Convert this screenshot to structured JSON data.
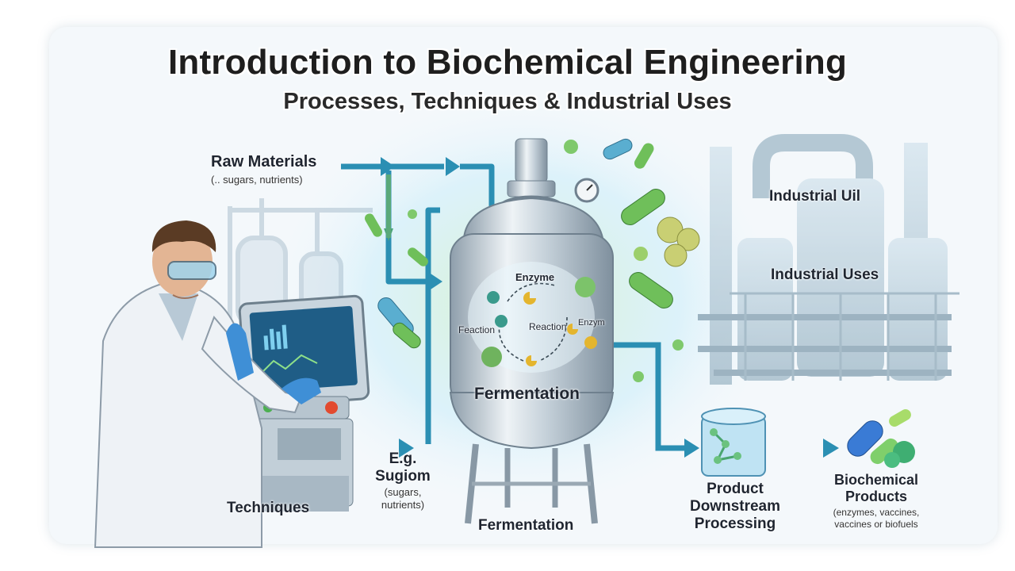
{
  "title": "Introduction to Biochemical Engineering",
  "subtitle": "Processes, Techniques & Industrial Uses",
  "labels": {
    "raw_materials": "Raw Materials",
    "raw_materials_note": "(.. sugars, nutrients)",
    "industrial_uil": "Industrial Uil",
    "industrial_uses": "Industrial Uses",
    "enzyme_top": "Enzyme",
    "enzyme_right": "Enzym",
    "reaction_center": "Reaction",
    "reaction_left": "Feaction",
    "fermentation_tank": "Fermentation",
    "fermentation_bottom": "Fermentation",
    "techniques": "Techniques",
    "eg_line1": "E.g.",
    "eg_line2": "Sugiom",
    "eg_note1": "(sugars,",
    "eg_note2": "nutrients)",
    "product_line1": "Product",
    "product_line2": "Downstream",
    "product_line3": "Processing",
    "bio_line1": "Biochemical",
    "bio_line2": "Products",
    "bio_note1": "(enzymes, vaccines,",
    "bio_note2": "vaccines or biofuels"
  },
  "colors": {
    "arrow_teal": "#2b8fb3",
    "arrow_green": "#7fc98a",
    "steel": "#a9b8c4",
    "bacteria_green": "#6fbf5a",
    "lab_coat": "#e9eef3"
  }
}
